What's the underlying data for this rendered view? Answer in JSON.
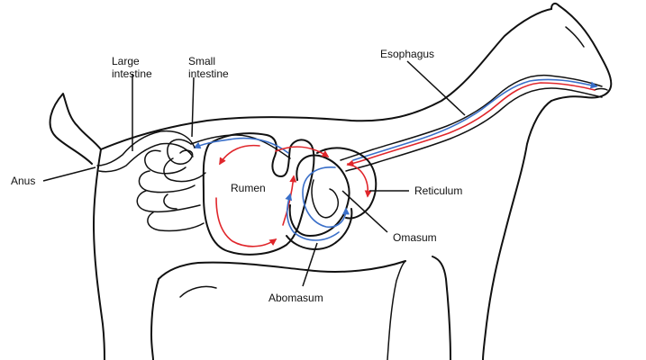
{
  "labels": {
    "large_intestine_1": "Large",
    "large_intestine_2": "intestine",
    "small_intestine_1": "Small",
    "small_intestine_2": "intestine",
    "esophagus": "Esophagus",
    "anus": "Anus",
    "rumen": "Rumen",
    "reticulum": "Reticulum",
    "omasum": "Omasum",
    "abomasum": "Abomasum"
  },
  "colors": {
    "forward_flow": "#e0262b",
    "return_flow": "#3a6fc9",
    "outline": "#111111"
  }
}
